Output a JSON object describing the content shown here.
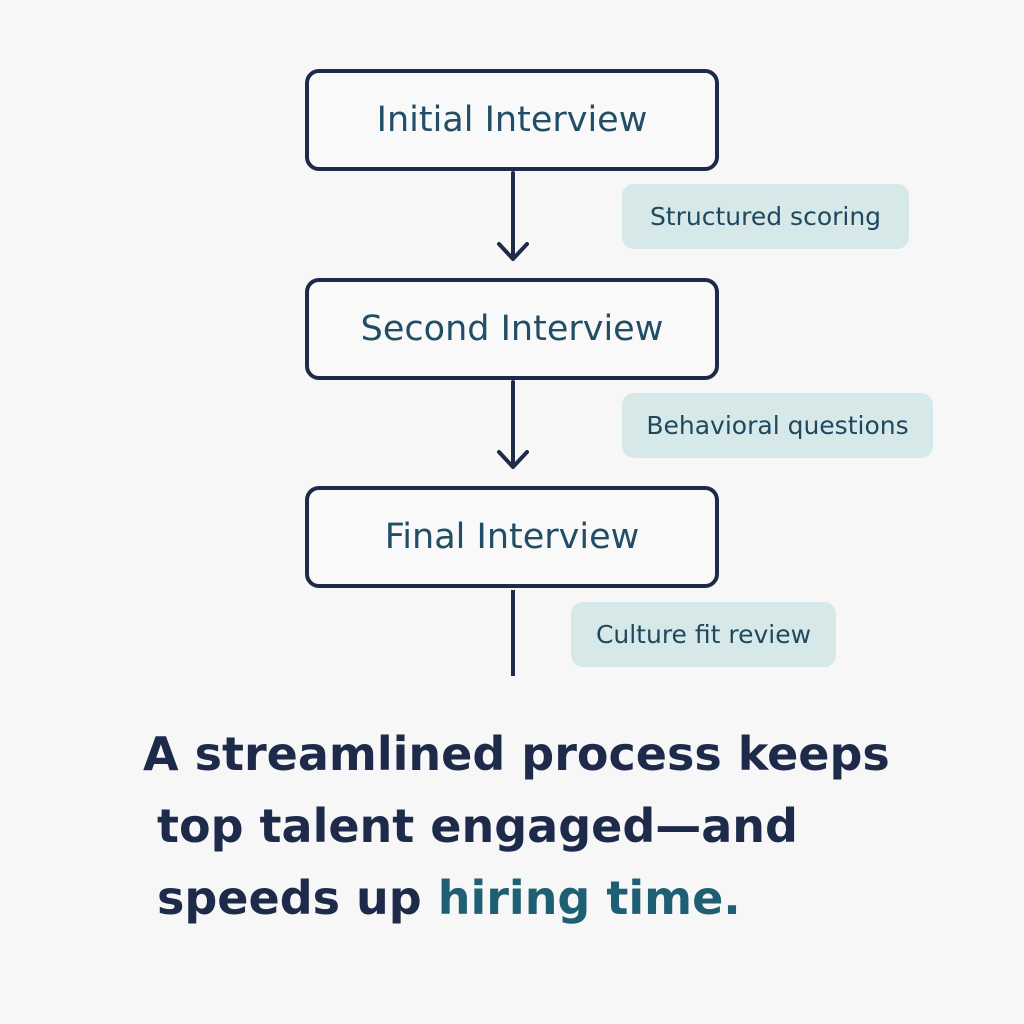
{
  "steps": [
    {
      "label": "Initial Interview",
      "note": "Structured scoring"
    },
    {
      "label": "Second Interview",
      "note": "Behavioral questions"
    },
    {
      "label": "Final Interview",
      "note": "Culture fit review"
    }
  ],
  "headline": {
    "line1": "A streamlined process keeps",
    "line2": "top talent engaged—and",
    "line3_prefix": "speeds up ",
    "line3_accent": "hiring time."
  },
  "colors": {
    "border": "#1e2a4a",
    "text": "#1f4e66",
    "pill": "#d6e9e8",
    "accent": "#1f5f73"
  }
}
